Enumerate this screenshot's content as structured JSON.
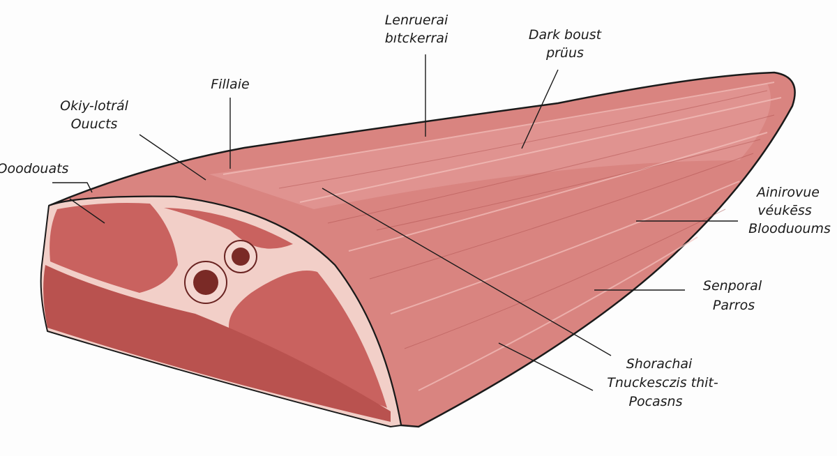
{
  "diagram": {
    "subject": "muscle-cut-cross-section",
    "colors": {
      "muscle": "#d77b77",
      "muscle_light": "#e9a19b",
      "fat": "#f4d3cd",
      "outline": "#1a1a1a",
      "bone": "#7a2a26"
    },
    "labels": [
      {
        "id": "lenruerai",
        "lines": [
          "Lenruerai",
          "bıtckerrai"
        ]
      },
      {
        "id": "dark-boust",
        "lines": [
          "Dark boust",
          "prüus"
        ]
      },
      {
        "id": "fillaie",
        "lines": [
          "Fillaie"
        ]
      },
      {
        "id": "okiy-lotral",
        "lines": [
          "Okiy-lotrál",
          "Ouucts"
        ]
      },
      {
        "id": "ooodouats",
        "lines": [
          "Ooodouats"
        ]
      },
      {
        "id": "ainirovue",
        "lines": [
          "Ainirovue",
          "véukēss",
          "Blooduoums"
        ]
      },
      {
        "id": "senporal",
        "lines": [
          "Senporal",
          "Parros"
        ]
      },
      {
        "id": "shorachai",
        "lines": [
          "Shorachai",
          "Tnuckesczis thit-",
          "Pocasns"
        ]
      }
    ]
  }
}
